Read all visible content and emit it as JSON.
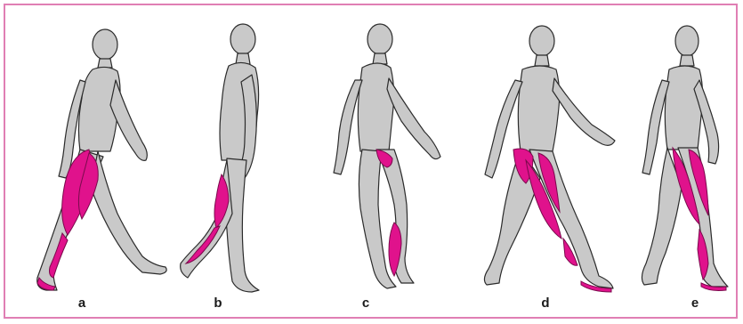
{
  "colors": {
    "frame": "#e07fb4",
    "body_fill": "#c9c9c9",
    "body_stroke": "#2b2b2b",
    "muscle": "#e0128c",
    "muscle_dark": "#7a0a4c"
  },
  "panels": [
    {
      "label": "a",
      "active_muscles": [
        "hip-extensors",
        "hamstrings",
        "quadriceps",
        "ankle-dorsiflexors"
      ]
    },
    {
      "label": "b",
      "active_muscles": [
        "hamstrings",
        "calf"
      ]
    },
    {
      "label": "c",
      "active_muscles": [
        "hip-flexors",
        "ankle-dorsiflexors"
      ]
    },
    {
      "label": "d",
      "active_muscles": [
        "gluteals",
        "quadriceps",
        "hamstrings",
        "ankle-dorsiflexors"
      ]
    },
    {
      "label": "e",
      "active_muscles": [
        "gluteals",
        "quadriceps",
        "calf"
      ]
    }
  ]
}
